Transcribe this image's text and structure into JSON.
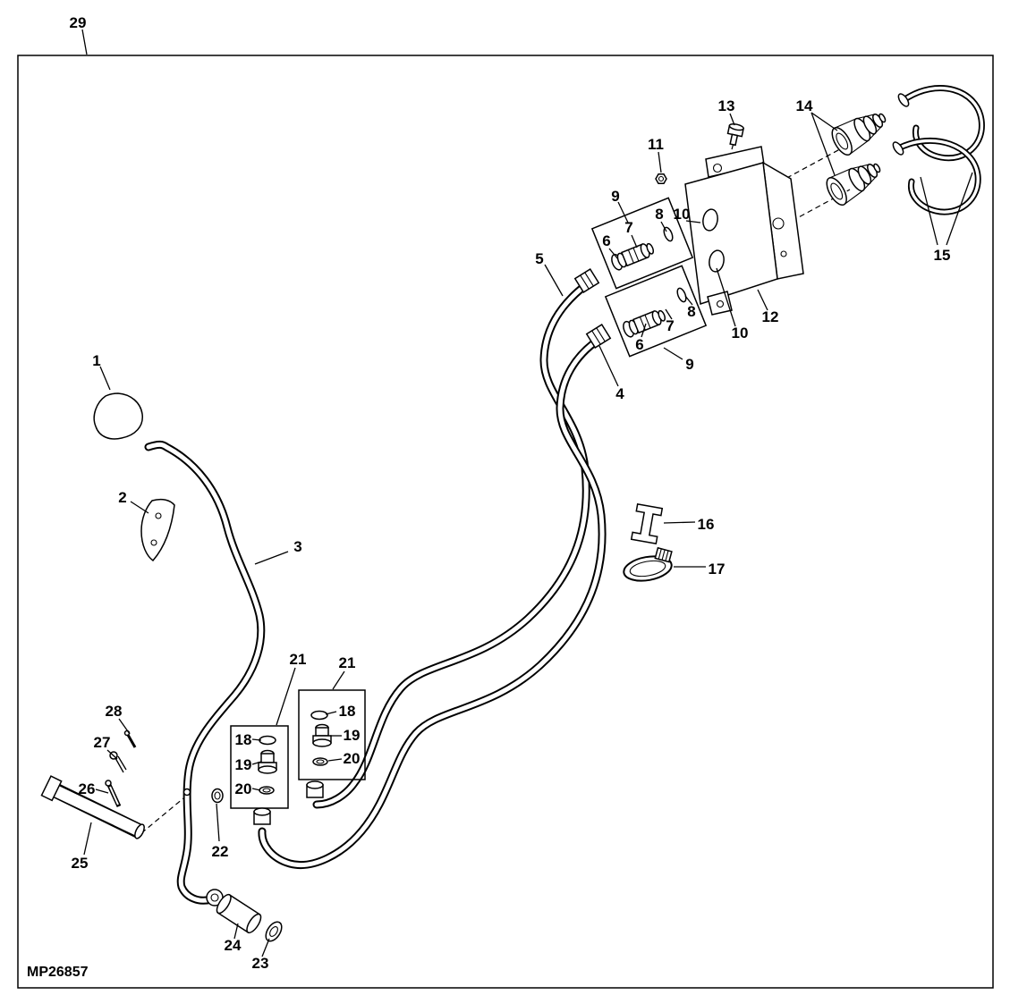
{
  "colors": {
    "line": "#000000",
    "background": "#ffffff"
  },
  "footer": {
    "code": "MP26857"
  },
  "callouts": [
    {
      "part": "29",
      "text": "29"
    },
    {
      "part": "1",
      "text": "1"
    },
    {
      "part": "2",
      "text": "2"
    },
    {
      "part": "3",
      "text": "3"
    },
    {
      "part": "5",
      "text": "5"
    },
    {
      "part": "9-upper-box",
      "text": "9"
    },
    {
      "part": "6-upper",
      "text": "6"
    },
    {
      "part": "7-upper",
      "text": "7"
    },
    {
      "part": "8-upper",
      "text": "8"
    },
    {
      "part": "10-upper",
      "text": "10"
    },
    {
      "part": "11",
      "text": "11"
    },
    {
      "part": "13",
      "text": "13"
    },
    {
      "part": "14",
      "text": "14"
    },
    {
      "part": "15",
      "text": "15"
    },
    {
      "part": "4",
      "text": "4"
    },
    {
      "part": "6-lower",
      "text": "6"
    },
    {
      "part": "7-lower",
      "text": "7"
    },
    {
      "part": "8-lower",
      "text": "8"
    },
    {
      "part": "9-lower-box",
      "text": "9"
    },
    {
      "part": "10-lower",
      "text": "10"
    },
    {
      "part": "12",
      "text": "12"
    },
    {
      "part": "16",
      "text": "16"
    },
    {
      "part": "17",
      "text": "17"
    },
    {
      "part": "21-left",
      "text": "21"
    },
    {
      "part": "21-right",
      "text": "21"
    },
    {
      "part": "18-right",
      "text": "18"
    },
    {
      "part": "19-right",
      "text": "19"
    },
    {
      "part": "20-right",
      "text": "20"
    },
    {
      "part": "18-left",
      "text": "18"
    },
    {
      "part": "19-left",
      "text": "19"
    },
    {
      "part": "20-left",
      "text": "20"
    },
    {
      "part": "22",
      "text": "22"
    },
    {
      "part": "28",
      "text": "28"
    },
    {
      "part": "27",
      "text": "27"
    },
    {
      "part": "26",
      "text": "26"
    },
    {
      "part": "25",
      "text": "25"
    },
    {
      "part": "24",
      "text": "24"
    },
    {
      "part": "23",
      "text": "23"
    }
  ]
}
